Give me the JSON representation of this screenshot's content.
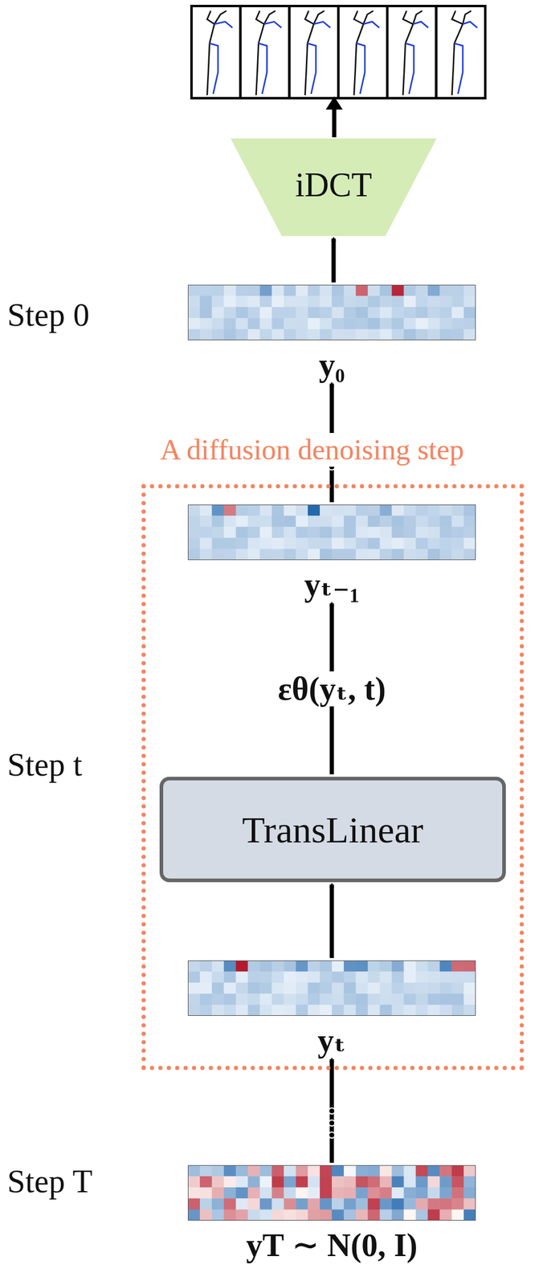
{
  "diagram": {
    "nodes": [
      {
        "text": [
          "iDCT"
        ]
      },
      {
        "text": [
          "y₀"
        ]
      },
      {
        "text": [
          "A diffusion denoising step"
        ]
      },
      {
        "text": [
          "yₜ₋₁"
        ],
        "in": 2
      },
      {
        "text": [
          "TransLinear"
        ],
        "in": 2
      },
      {
        "text": [
          "yₜ"
        ],
        "in": 2
      },
      {
        "text": [
          "yT ∼ N(0, I)"
        ]
      }
    ],
    "edges": [
      {
        "from": 1,
        "to": 0,
        "arrow": "to"
      },
      {
        "from": 3,
        "to": 1,
        "arrow": "to"
      },
      {
        "from": 4,
        "to": 3,
        "label": "εθ(yₜ, t)",
        "arrow": "to"
      },
      {
        "from": 5,
        "to": 4,
        "arrow": "to"
      },
      {
        "from": 6,
        "to": 5,
        "arrow": "to"
      }
    ],
    "labels": [
      "Step 0",
      "Step t",
      "Step T"
    ]
  }
}
